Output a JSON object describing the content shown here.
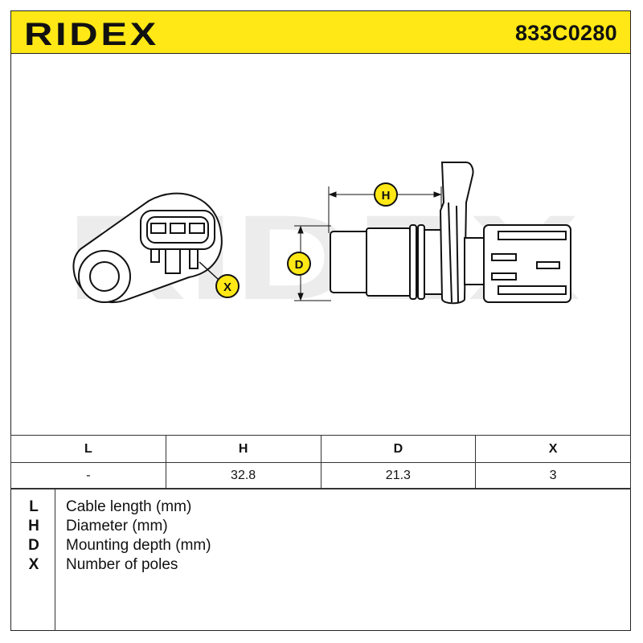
{
  "header": {
    "brand": "RIDEX",
    "part_number": "833C0280",
    "background_color": "#ffe815"
  },
  "drawing": {
    "watermark": "RIDEX",
    "markers": {
      "h": "H",
      "d": "D",
      "x": "X"
    },
    "marker_color": "#ffe815"
  },
  "dimensions": {
    "headers": [
      "L",
      "H",
      "D",
      "X"
    ],
    "values": [
      "-",
      "32.8",
      "21.3",
      "3"
    ]
  },
  "legend": [
    {
      "key": "L",
      "desc": "Cable length (mm)"
    },
    {
      "key": "H",
      "desc": "Diameter (mm)"
    },
    {
      "key": "D",
      "desc": "Mounting depth (mm)"
    },
    {
      "key": "X",
      "desc": "Number of poles"
    }
  ]
}
